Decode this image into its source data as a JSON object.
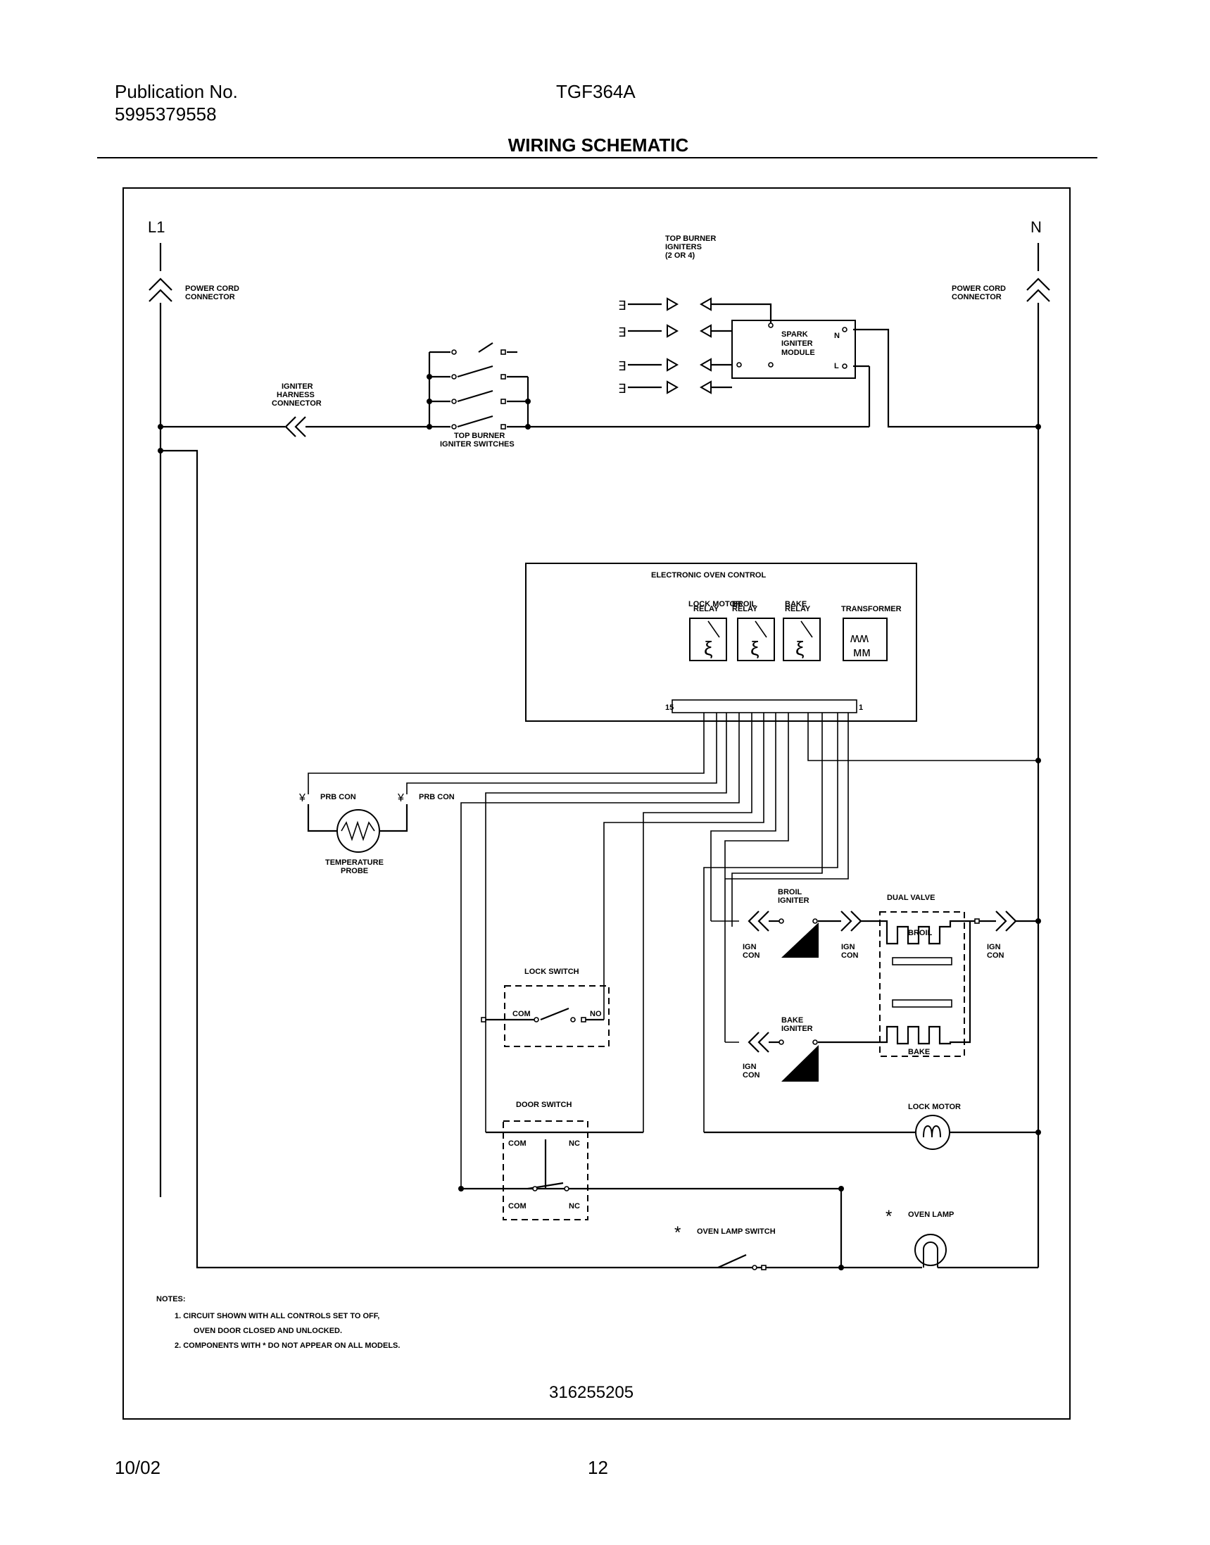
{
  "header": {
    "publication_label": "Publication No.",
    "publication_number": "5995379558",
    "model": "TGF364A",
    "title": "WIRING SCHEMATIC"
  },
  "footer": {
    "date": "10/02",
    "page": "12"
  },
  "diagram": {
    "l1": "L1",
    "n": "N",
    "power_cord_left": [
      "POWER CORD",
      "CONNECTOR"
    ],
    "power_cord_right": [
      "POWER CORD",
      "CONNECTOR"
    ],
    "top_burner_igniters": [
      "TOP BURNER",
      "IGNITERS",
      "(2 OR 4)"
    ],
    "spark_igniter_module": [
      "SPARK",
      "IGNITER",
      "MODULE"
    ],
    "module_n": "N",
    "module_l": "L",
    "igniter_harness_connector": [
      "IGNITER",
      "HARNESS",
      "CONNECTOR"
    ],
    "top_burner_igniter_switches": [
      "TOP BURNER",
      "IGNITER SWITCHES"
    ],
    "electronic_oven_control": "ELECTRONIC OVEN CONTROL",
    "relays": [
      [
        "LOCK MOTOR",
        "RELAY"
      ],
      [
        "BROIL",
        "RELAY"
      ],
      [
        "BAKE",
        "RELAY"
      ],
      [
        "TRANSFORMER"
      ]
    ],
    "terminal_left": "15",
    "terminal_right": "1",
    "probe_con": "PRB CON",
    "temperature_probe": [
      "TEMPERATURE",
      "PROBE"
    ],
    "broil_igniter": [
      "BROIL",
      "IGNITER"
    ],
    "bake_igniter": [
      "BAKE",
      "IGNITER"
    ],
    "ign_con": [
      "IGN",
      "CON"
    ],
    "dual_valve": "DUAL VALVE",
    "broil": "BROIL",
    "bake": "BAKE",
    "lock_switch": "LOCK SWITCH",
    "com": "COM",
    "no": "NO",
    "nc": "NC",
    "door_switch": "DOOR SWITCH",
    "lock_motor": "LOCK MOTOR",
    "oven_lamp": "OVEN LAMP",
    "oven_lamp_switch": "OVEN LAMP SWITCH",
    "asterisk": "*",
    "notes": {
      "heading": "NOTES:",
      "lines": [
        "1.  CIRCUIT SHOWN WITH ALL CONTROLS SET TO OFF,",
        "OVEN DOOR CLOSED AND UNLOCKED.",
        "2.  COMPONENTS WITH  *  DO NOT APPEAR ON ALL MODELS."
      ]
    },
    "drawing_number": "316255205"
  }
}
